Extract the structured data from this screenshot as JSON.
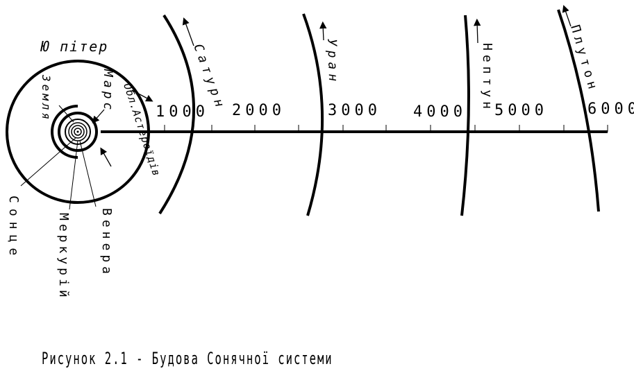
{
  "diagram": {
    "labels": {
      "jupiter": "Ю пітер",
      "saturn": "Сатурн",
      "uranus": "Уран",
      "neptune": "Нептун",
      "pluto": "Плутон",
      "earth": "Земля",
      "mars": "Марс",
      "asteroids": "Обл.Астероїдів",
      "venus": "Венера",
      "mercury": "Меркурій",
      "sun": "Сонце"
    },
    "scale_ticks": [
      "1000",
      "2000",
      "3000",
      "4000",
      "5000",
      "6000"
    ]
  },
  "caption": "Рисунок 2.1 - Будова Сонячної системи"
}
